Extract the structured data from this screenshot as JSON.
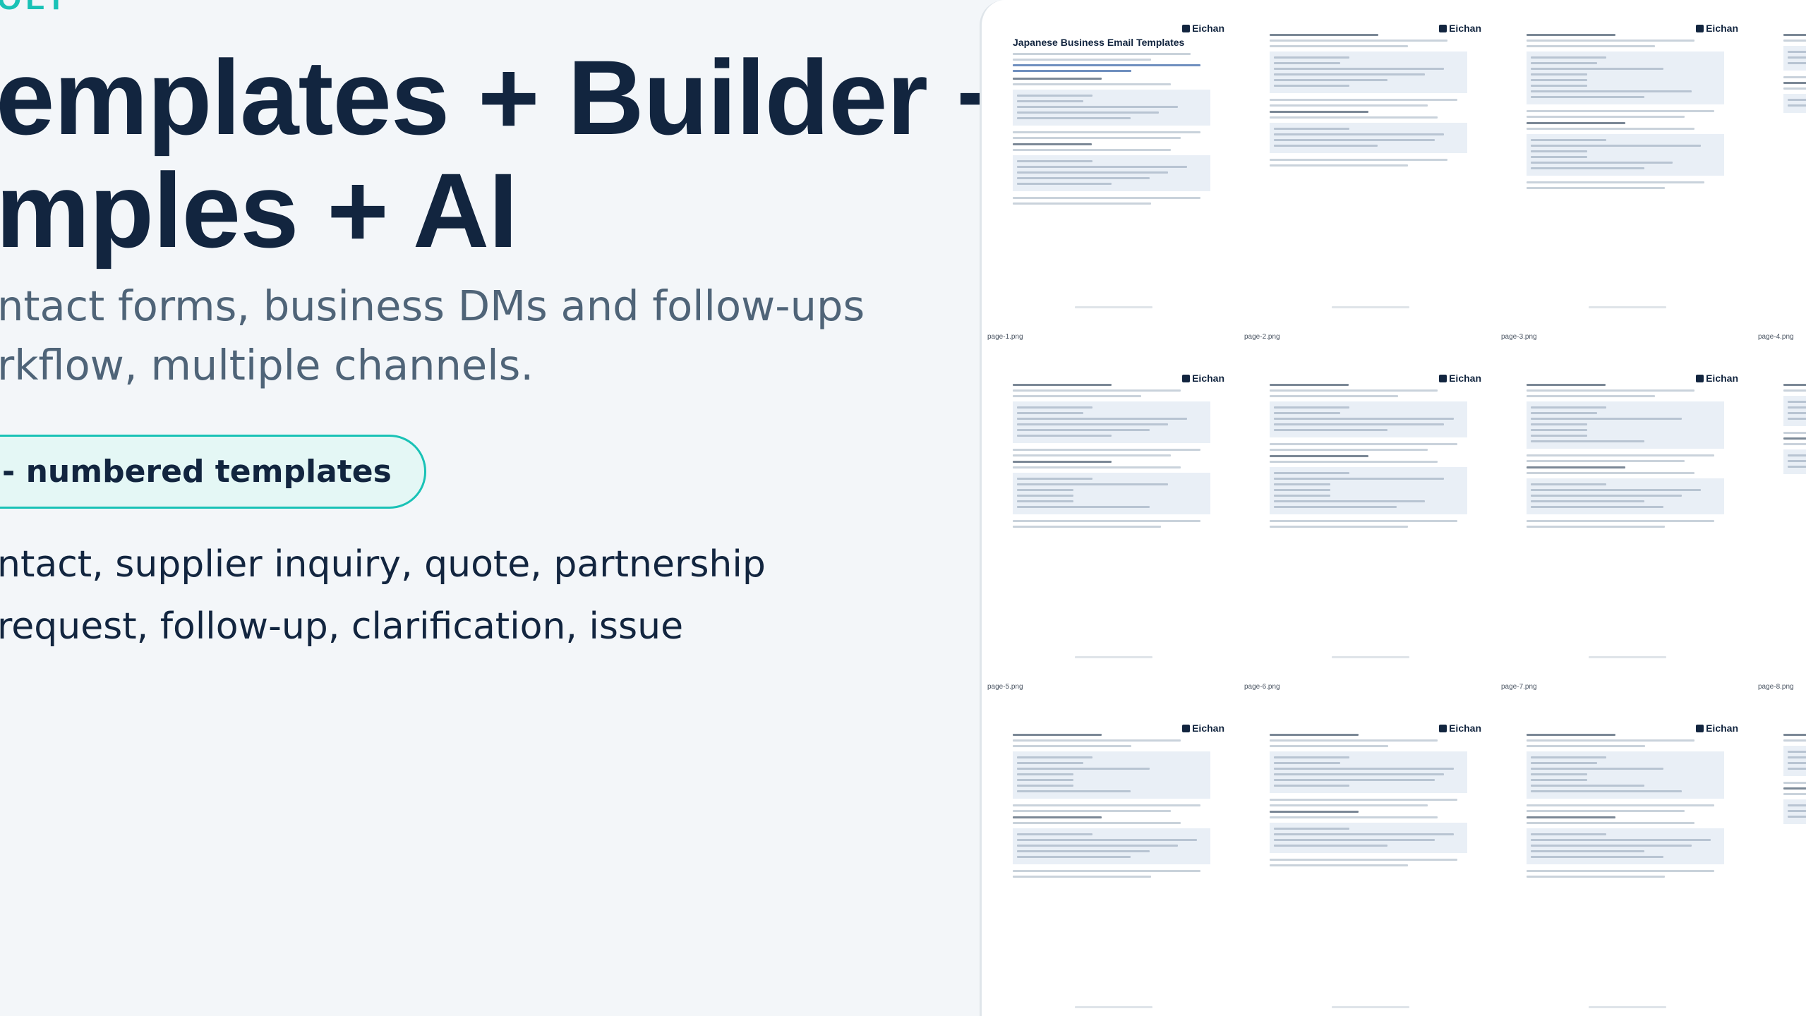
{
  "hero": {
    "eyebrow": "OLT",
    "headline_line1": "emplates + Builder +",
    "headline_line2": "mples + AI",
    "sub_line1": "ntact forms, business DMs and follow-ups",
    "sub_line2": "rkflow, multiple channels.",
    "pill_label": "- numbered templates",
    "feature_line1": "ntact, supplier inquiry, quote, partnership",
    "feature_line2": "request, follow-up, clarification, issue"
  },
  "preview": {
    "first_page_title": "Japanese Business Email Templates",
    "logo_text": "Eichan",
    "page_labels": [
      "page-1.png",
      "page-2.png",
      "page-3.png",
      "page-4.png",
      "page-5.png",
      "page-6.png",
      "page-7.png",
      "page-8.png"
    ]
  },
  "colors": {
    "accent": "#19c2b6",
    "navy": "#12253f",
    "muted": "#4f6478",
    "background": "#f3f6f9"
  }
}
